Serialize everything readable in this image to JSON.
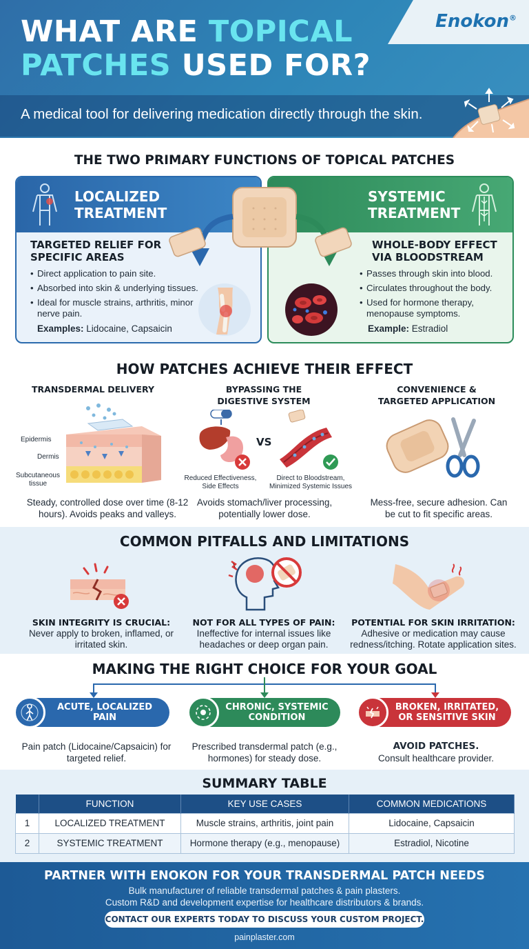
{
  "header": {
    "title_line1_white": "WHAT ARE ",
    "title_line1_accent": "TOPICAL",
    "title_line2_accent": "PATCHES",
    "title_line2_white": " USED FOR?",
    "subtitle": "A medical tool for delivering medication directly through the skin.",
    "logo": "Enokon",
    "logo_mark": "®"
  },
  "functions": {
    "heading": "THE TWO PRIMARY FUNCTIONS OF TOPICAL PATCHES",
    "localized": {
      "title_line1": "LOCALIZED",
      "title_line2": "TREATMENT",
      "subhead_line1": "TARGETED RELIEF FOR",
      "subhead_line2": "SPECIFIC AREAS",
      "bullets": [
        "Direct application to pain site.",
        "Absorbed into skin & underlying tissues.",
        "Ideal for muscle strains, arthritis, minor nerve pain."
      ],
      "examples_label": "Examples:",
      "examples_value": " Lidocaine, Capsaicin"
    },
    "systemic": {
      "title_line1": "SYSTEMIC",
      "title_line2": "TREATMENT",
      "subhead_line1": "WHOLE-BODY EFFECT",
      "subhead_line2": "VIA BLOODSTREAM",
      "bullets": [
        "Passes through skin into blood.",
        "Circulates throughout the body.",
        "Used for hormone therapy, menopause symptoms."
      ],
      "examples_label": "Example:",
      "examples_value": " Estradiol"
    }
  },
  "how": {
    "heading": "HOW PATCHES ACHIEVE THEIR EFFECT",
    "transdermal": {
      "title": "TRANSDERMAL DELIVERY",
      "layers": [
        "Epidermis",
        "Dermis",
        "Subcutaneous tissue"
      ],
      "text": "Steady, controlled dose over time (8-12 hours). Avoids peaks and valleys."
    },
    "bypass": {
      "title_line1": "BYPASSING THE",
      "title_line2": "DIGESTIVE SYSTEM",
      "vs": "VS",
      "left_label": "Reduced Effectiveness, Side Effects",
      "right_label": "Direct to Bloodstream, Minimized Systemic Issues",
      "text": "Avoids stomach/liver processing, potentially lower dose."
    },
    "convenience": {
      "title_line1": "CONVENIENCE &",
      "title_line2": "TARGETED APPLICATION",
      "text": "Mess-free, secure adhesion. Can be cut to fit specific areas."
    }
  },
  "pitfalls": {
    "heading": "COMMON PITFALLS AND LIMITATIONS",
    "items": [
      {
        "title": "SKIN INTEGRITY IS CRUCIAL:",
        "text": "Never apply to broken, inflamed, or irritated skin."
      },
      {
        "title": "NOT FOR ALL TYPES OF PAIN:",
        "text": "Ineffective for internal issues like headaches or deep organ pain."
      },
      {
        "title": "POTENTIAL FOR SKIN IRRITATION:",
        "text": "Adhesive or medication may cause redness/itching. Rotate application sites."
      }
    ]
  },
  "choice": {
    "heading": "MAKING THE RIGHT CHOICE FOR YOUR GOAL",
    "options": [
      {
        "label": "ACUTE, LOCALIZED PAIN",
        "text": "Pain patch (Lidocaine/Capsaicin) for targeted relief.",
        "color": "#2a68ad"
      },
      {
        "label": "CHRONIC, SYSTEMIC CONDITION",
        "text": "Prescribed transdermal patch (e.g., hormones) for steady dose.",
        "color": "#2d8a5a"
      },
      {
        "label": "BROKEN, IRRITATED, OR SENSITIVE SKIN",
        "text_bold": "AVOID PATCHES.",
        "text": "Consult healthcare provider.",
        "color": "#c9343a"
      }
    ]
  },
  "summary": {
    "heading": "SUMMARY TABLE",
    "columns": [
      "",
      "FUNCTION",
      "KEY USE CASES",
      "COMMON MEDICATIONS"
    ],
    "rows": [
      [
        "1",
        "LOCALIZED TREATMENT",
        "Muscle strains, arthritis, joint pain",
        "Lidocaine, Capsaicin"
      ],
      [
        "2",
        "SYSTEMIC TREATMENT",
        "Hormone therapy (e.g., menopause)",
        "Estradiol, Nicotine"
      ]
    ]
  },
  "footer": {
    "title": "PARTNER WITH ENOKON FOR YOUR TRANSDERMAL PATCH NEEDS",
    "line1": "Bulk manufacturer of reliable transdermal patches & pain plasters.",
    "line2": "Custom R&D and development expertise for healthcare distributors & brands.",
    "cta": "CONTACT OUR EXPERTS TODAY TO DISCUSS YOUR CUSTOM PROJECT.",
    "url": "painplaster.com"
  },
  "colors": {
    "header_blue": "#2f6ea8",
    "accent_cyan": "#69e4ef",
    "localized_blue": "#2a68ad",
    "systemic_green": "#2d8a5a",
    "warning_red": "#c9343a",
    "table_header": "#1d4f86"
  }
}
